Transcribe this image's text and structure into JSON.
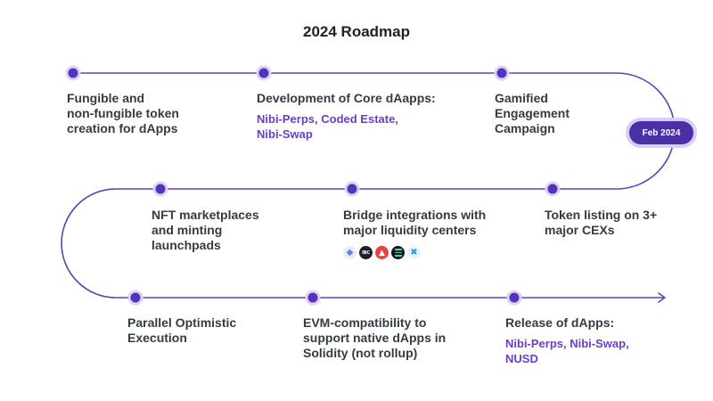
{
  "title": "2024 Roadmap",
  "badge": "Feb 2024",
  "colors": {
    "track": "#5a43b8",
    "node": "#5632b9",
    "node_ring": "#ddd3f7",
    "accent_text": "#6a3fc7",
    "badge_bg": "#4a2fa6"
  },
  "milestones": [
    {
      "title": "Fungible and\nnon-fungible token\ncreation for dApps",
      "sub": ""
    },
    {
      "title": "Development of Core dAapps:",
      "sub": "Nibi-Perps, Coded Estate,\nNibi-Swap"
    },
    {
      "title": "Gamified\nEngagement\nCampaign",
      "sub": ""
    },
    {
      "title": "NFT marketplaces\nand minting\nlaunchpads",
      "sub": ""
    },
    {
      "title": "Bridge integrations with\nmajor liquidity centers",
      "sub": ""
    },
    {
      "title": "Token listing on 3+\nmajor CEXs",
      "sub": ""
    },
    {
      "title": "Parallel Optimistic\nExecution",
      "sub": ""
    },
    {
      "title": "EVM-compatibility to\nsupport native dApps in\nSolidity (not rollup)",
      "sub": ""
    },
    {
      "title": "Release of dApps:",
      "sub": "Nibi-Perps, Nibi-Swap,\nNUSD"
    }
  ],
  "bridge_icons": [
    "ethereum-icon",
    "ibc-icon",
    "avalanche-icon",
    "solana-icon",
    "xrp-icon"
  ]
}
